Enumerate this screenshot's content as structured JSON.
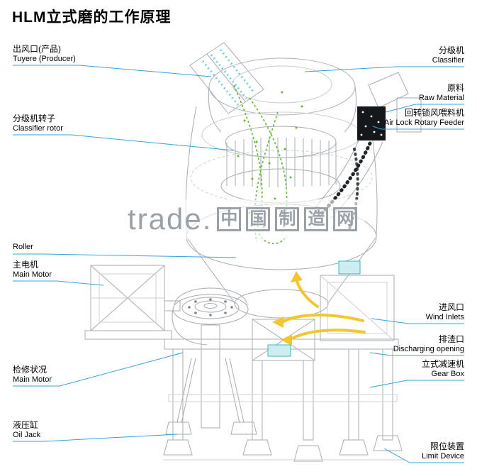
{
  "title": "HLM立式磨的工作原理",
  "watermark": {
    "prefix": "trade.",
    "boxes": [
      "中",
      "国",
      "制",
      "造",
      "网"
    ]
  },
  "labels": {
    "left": [
      {
        "zh": "出风口(产品)",
        "en": "Tuyere (Producer)"
      },
      {
        "zh": "分级机转子",
        "en": "Classifier rotor"
      },
      {
        "zh": "",
        "en": "Roller"
      },
      {
        "zh": "主电机",
        "en": "Main Motor"
      },
      {
        "zh": "检修状况",
        "en": "Main Motor"
      },
      {
        "zh": "液压缸",
        "en": "Oil Jack"
      }
    ],
    "right": [
      {
        "zh": "分级机",
        "en": "Classifier"
      },
      {
        "zh": "原料",
        "en": "Raw Material"
      },
      {
        "zh": "回转锁风喂料机",
        "en": "Air Lock Rotary Feeder"
      },
      {
        "zh": "进风口",
        "en": "Wind Inlets"
      },
      {
        "zh": "排渣口",
        "en": "Discharging opening"
      },
      {
        "zh": "立式减速机",
        "en": "Gear Box"
      },
      {
        "zh": "限位装置",
        "en": "Limit Device"
      }
    ]
  },
  "colors": {
    "leader_line": "#35a3d9",
    "flow_material_green": "#63b42e",
    "flow_air_yellow": "#f3c62d",
    "duct_teal": "#45c0ca",
    "wireframe_gray": "#a6adb3",
    "watermark_gray": "#9aa1a7",
    "title_text": "#000000"
  }
}
